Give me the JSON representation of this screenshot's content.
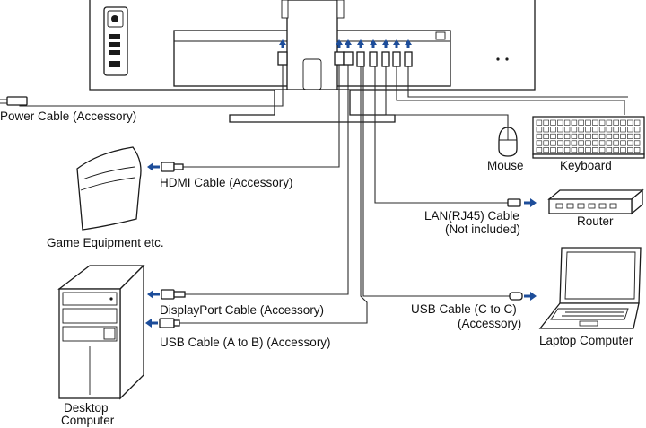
{
  "labels": {
    "power_cable": "Power Cable (Accessory)",
    "hdmi_cable": "HDMI Cable (Accessory)",
    "game_equipment": "Game Equipment etc.",
    "displayport_cable": "DisplayPort Cable (Accessory)",
    "usb_a_to_b_cable": "USB Cable (A to B) (Accessory)",
    "desktop_computer_line1": "Desktop",
    "desktop_computer_line2": "Computer",
    "mouse": "Mouse",
    "keyboard": "Keyboard",
    "router": "Router",
    "lan_cable_line1": "LAN(RJ45) Cable",
    "lan_cable_line2": "(Not included)",
    "usb_c_cable_line1": "USB Cable (C to C)",
    "usb_c_cable_line2": "(Accessory)",
    "laptop_computer": "Laptop Computer"
  },
  "colors": {
    "arrow": "#1d4d9a",
    "line": "#2a2a2a",
    "background": "#ffffff"
  },
  "icons": [
    "monitor-back",
    "power-plug",
    "hdmi-plug",
    "displayport-plug",
    "usb-b-plug",
    "usb-c-plug",
    "rj45-plug",
    "game-console",
    "desktop-tower",
    "mouse",
    "keyboard",
    "router",
    "laptop"
  ]
}
